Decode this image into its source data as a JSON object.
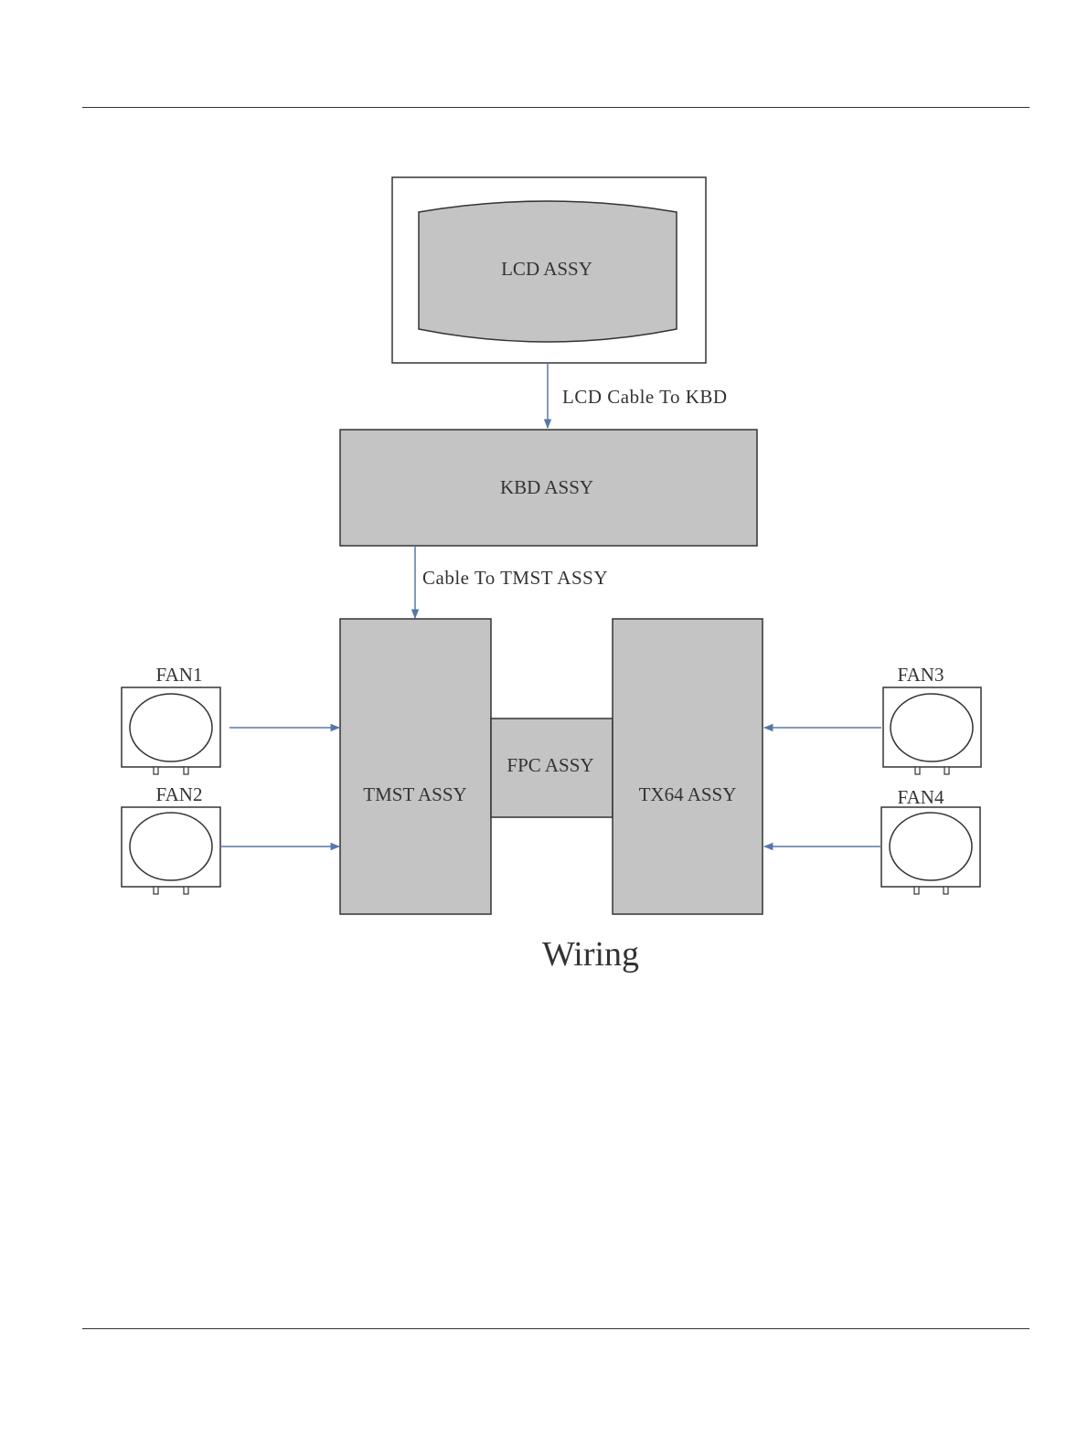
{
  "diagram": {
    "lcd": {
      "label": "LCD ASSY"
    },
    "kbd": {
      "label": "KBD ASSY"
    },
    "tmst": {
      "label": "TMST ASSY"
    },
    "fpc": {
      "label": "FPC ASSY"
    },
    "tx64": {
      "label": "TX64 ASSY"
    },
    "cables": {
      "lcd_to_kbd": "LCD Cable To KBD",
      "kbd_to_tmst": "Cable To TMST ASSY"
    },
    "fans": {
      "fan1": "FAN1",
      "fan2": "FAN2",
      "fan3": "FAN3",
      "fan4": "FAN4"
    },
    "caption": "Wiring"
  },
  "colors": {
    "box_fill": "#c4c4c4",
    "wire": "#5877a8",
    "outline": "#333333"
  }
}
